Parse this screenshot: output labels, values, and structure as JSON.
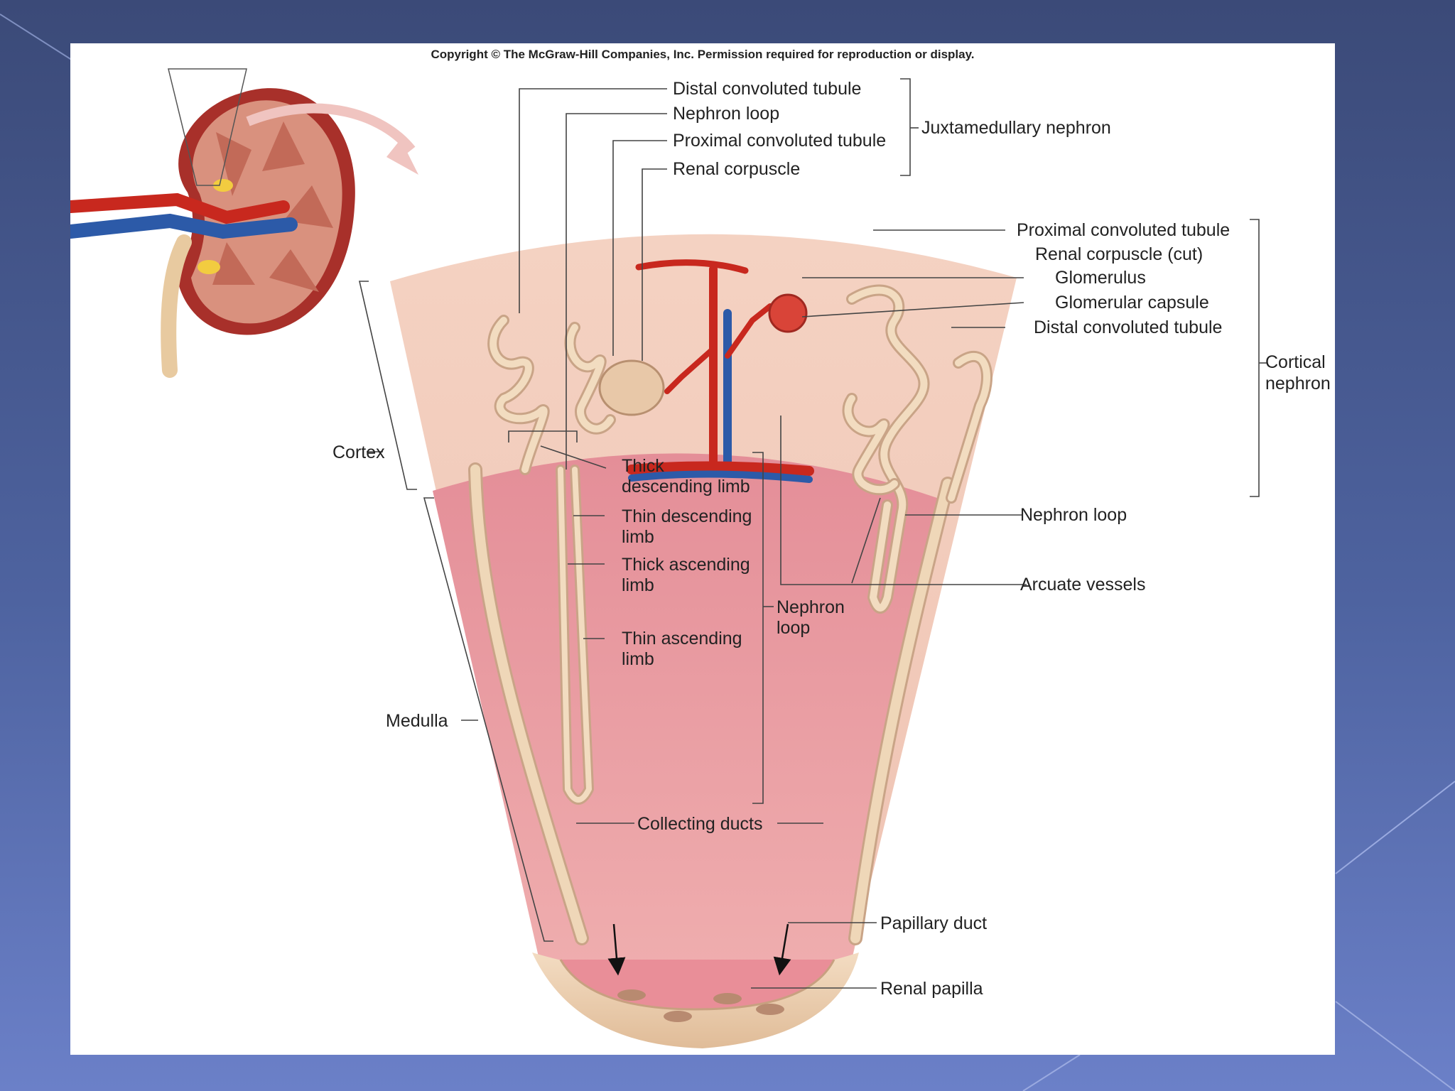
{
  "copyright": "Copyright © The McGraw-Hill Companies, Inc. Permission required for reproduction or display.",
  "juxtamedullary": {
    "items": [
      "Distal convoluted tubule",
      "Nephron loop",
      "Proximal convoluted tubule",
      "Renal corpuscle"
    ],
    "group_label": "Juxtamedullary nephron"
  },
  "cortical": {
    "items": [
      "Proximal convoluted tubule",
      "Renal corpuscle (cut)",
      "Glomerulus",
      "Glomerular capsule",
      "Distal convoluted tubule"
    ],
    "group_label_line1": "Cortical",
    "group_label_line2": "nephron"
  },
  "regions": {
    "cortex": "Cortex",
    "medulla": "Medulla"
  },
  "loop_parts": {
    "thick_descending_1": "Thick",
    "thick_descending_2": "descending limb",
    "thin_descending_1": "Thin descending",
    "thin_descending_2": "limb",
    "thick_ascending_1": "Thick ascending",
    "thick_ascending_2": "limb",
    "thin_ascending_1": "Thin ascending",
    "thin_ascending_2": "limb",
    "nephron_loop_1": "Nephron",
    "nephron_loop_2": "loop"
  },
  "right_labels": {
    "nephron_loop": "Nephron loop",
    "arcuate_vessels": "Arcuate vessels"
  },
  "bottom_labels": {
    "collecting_ducts": "Collecting ducts",
    "papillary_duct": "Papillary duct",
    "renal_papilla": "Renal papilla"
  },
  "colors": {
    "cortex": "#f2c8b8",
    "medulla": "#e8949c",
    "tubule": "#f0d2b0",
    "artery": "#c8281e",
    "vein": "#2c5aa8",
    "slide_background": "#4a5d98"
  }
}
